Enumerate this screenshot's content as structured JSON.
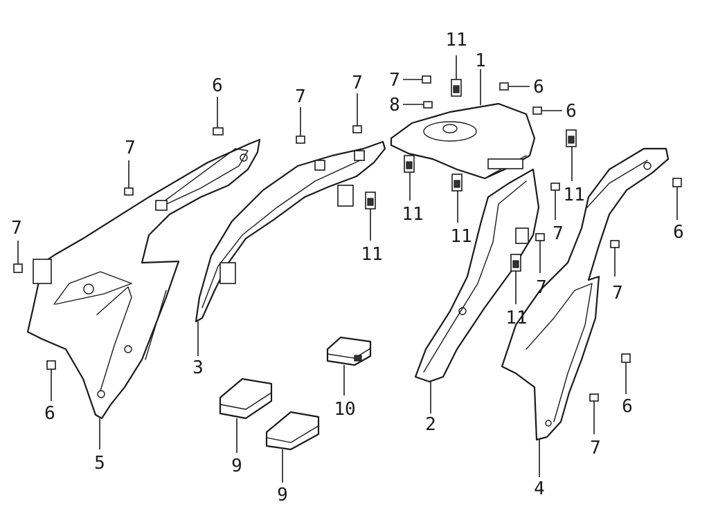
{
  "diagram": {
    "callouts": [
      {
        "id": "c1",
        "text": "1"
      },
      {
        "id": "c2",
        "text": "2"
      },
      {
        "id": "c3",
        "text": "3"
      },
      {
        "id": "c4",
        "text": "4"
      },
      {
        "id": "c5",
        "text": "5"
      },
      {
        "id": "c6a",
        "text": "6"
      },
      {
        "id": "c6b",
        "text": "6"
      },
      {
        "id": "c6c",
        "text": "6"
      },
      {
        "id": "c6d",
        "text": "6"
      },
      {
        "id": "c6e",
        "text": "6"
      },
      {
        "id": "c6f",
        "text": "6"
      },
      {
        "id": "c7a",
        "text": "7"
      },
      {
        "id": "c7b",
        "text": "7"
      },
      {
        "id": "c7c",
        "text": "7"
      },
      {
        "id": "c7d",
        "text": "7"
      },
      {
        "id": "c7e",
        "text": "7"
      },
      {
        "id": "c7f",
        "text": "7"
      },
      {
        "id": "c7g",
        "text": "7"
      },
      {
        "id": "c7h",
        "text": "7"
      },
      {
        "id": "c7i",
        "text": "7"
      },
      {
        "id": "c8",
        "text": "8"
      },
      {
        "id": "c9a",
        "text": "9"
      },
      {
        "id": "c9b",
        "text": "9"
      },
      {
        "id": "c10",
        "text": "10"
      },
      {
        "id": "c11a",
        "text": "11"
      },
      {
        "id": "c11b",
        "text": "11"
      },
      {
        "id": "c11c",
        "text": "11"
      },
      {
        "id": "c11d",
        "text": "11"
      },
      {
        "id": "c11e",
        "text": "11"
      },
      {
        "id": "c11f",
        "text": "11"
      }
    ]
  }
}
